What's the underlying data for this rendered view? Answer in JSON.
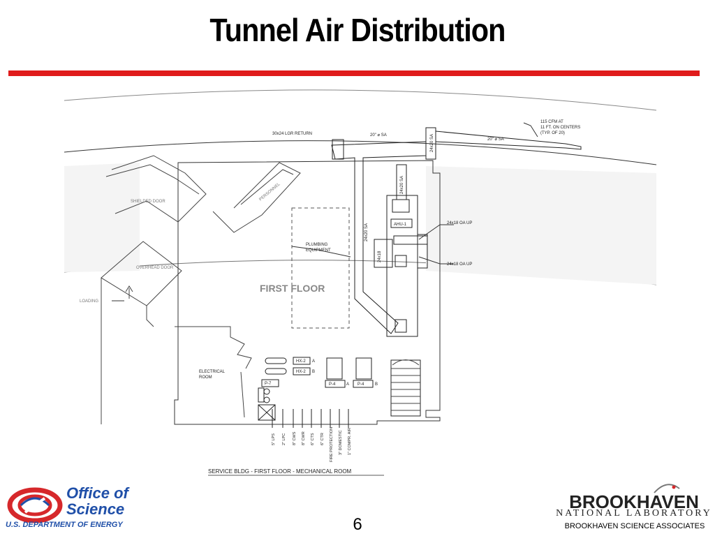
{
  "slide": {
    "title": "Tunnel Air Distribution",
    "page_number": "6"
  },
  "diagram": {
    "caption": "SERVICE BLDG - FIRST FLOOR - MECHANICAL ROOM",
    "labels": {
      "return": "30x24 LGR RETURN",
      "sa20a": "20\" ⌀ SA",
      "sa20b": "20\" ⌀ SA",
      "cfm1": "115 CFM AT",
      "cfm2": "11 FT. ON CENTERS",
      "cfm3": "(TYP. OF 20)",
      "duct24x20v": "24x20 SA",
      "duct24x20": "24x20 SA",
      "duct24x20b": "24x20 SA",
      "ahu": "AHU-1",
      "oa1": "24x18 OA UP",
      "oa2": "24x18 OA UP",
      "duct24x18": "24x18",
      "plumbing1": "PLUMBING",
      "plumbing2": "EQUIPMENT",
      "personnel": "PERSONNEL",
      "shielded": "SHIELDED DOOR",
      "overhead": "OVERHEAD DOOR",
      "loading": "LOADING",
      "first_floor": "FIRST FLOOR",
      "electrical1": "ELECTRICAL",
      "electrical2": "ROOM",
      "hx2a": "HX-2",
      "hx2b": "HX-2",
      "a1": "A",
      "b1": "B",
      "p7": "P-7",
      "p4a": "P-4",
      "p4b": "P-4",
      "a2": "A",
      "b2": "B",
      "pipes": [
        "5\" LPS",
        "2\" LPC",
        "8\" CWS",
        "8\" CWR",
        "6\" CTS",
        "6\" CTR",
        "FIRE PROTECTION",
        "3\" DOMESTIC",
        "1\" COMPR. AIR"
      ]
    }
  },
  "footer": {
    "office1": "Office of",
    "office2": "Science",
    "doe": "U.S. DEPARTMENT OF ENERGY",
    "bnl": "BROOKHAVEN",
    "nl": "NATIONAL LABORATORY",
    "bsa": "BROOKHAVEN SCIENCE ASSOCIATES"
  },
  "colors": {
    "accent_bar": "#e01b1b",
    "office_blue": "#1f4fa8",
    "office_red": "#d6282b"
  }
}
